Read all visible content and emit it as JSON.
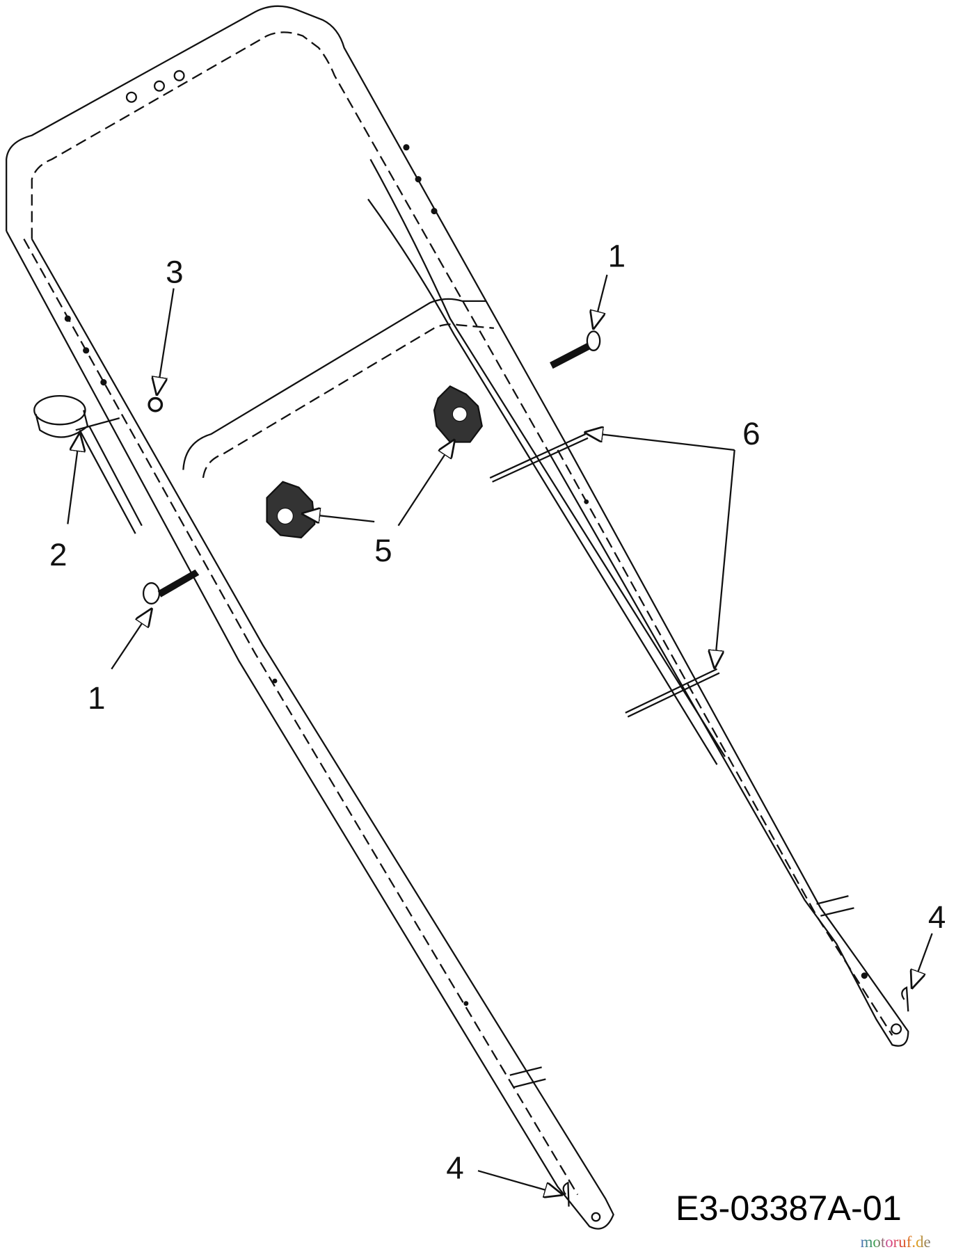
{
  "diagram": {
    "drawing_code": "E3-03387A-01",
    "watermark": "motoruf.de",
    "callouts": [
      {
        "id": "callout-1-right",
        "text": "1"
      },
      {
        "id": "callout-3",
        "text": "3"
      },
      {
        "id": "callout-6",
        "text": "6"
      },
      {
        "id": "callout-2",
        "text": "2"
      },
      {
        "id": "callout-5",
        "text": "5"
      },
      {
        "id": "callout-1-left",
        "text": "1"
      },
      {
        "id": "callout-4-right",
        "text": "4"
      },
      {
        "id": "callout-4-bottom",
        "text": "4"
      }
    ]
  }
}
